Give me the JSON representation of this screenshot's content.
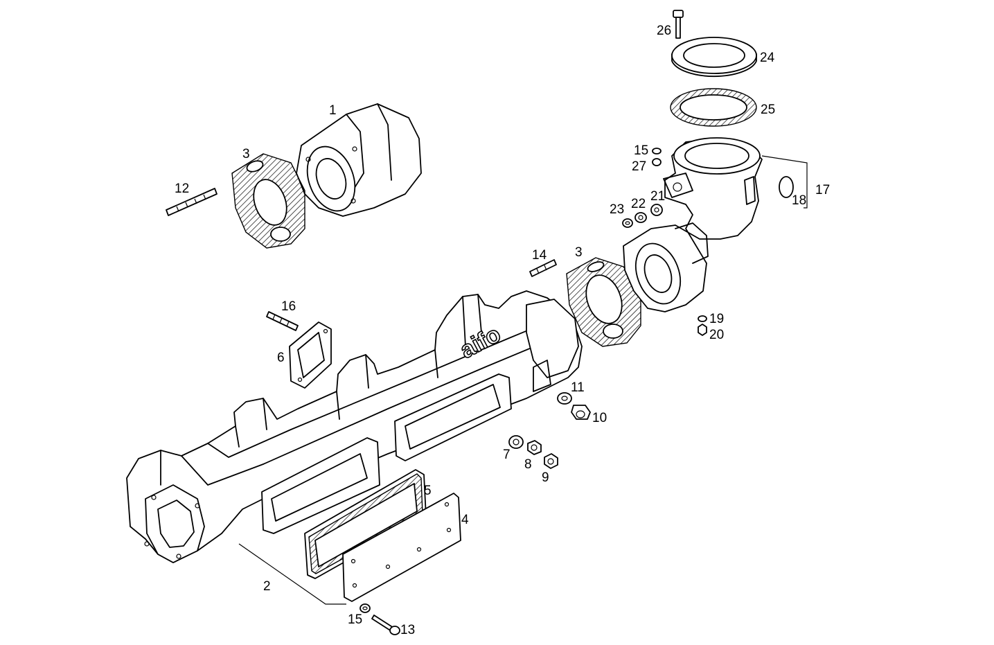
{
  "diagram": {
    "brand_text": "aifo",
    "labels": {
      "l1": "1",
      "l2": "2",
      "l3a": "3",
      "l3b": "3",
      "l4": "4",
      "l5": "5",
      "l6": "6",
      "l7": "7",
      "l8": "8",
      "l9": "9",
      "l10": "10",
      "l11": "11",
      "l12": "12",
      "l13": "13",
      "l14": "14",
      "l15a": "15",
      "l15b": "15",
      "l16": "16",
      "l17": "17",
      "l18": "18",
      "l19": "19",
      "l20": "20",
      "l21": "21",
      "l22": "22",
      "l23": "23",
      "l24": "24",
      "l25": "25",
      "l26": "26",
      "l27": "27"
    }
  }
}
